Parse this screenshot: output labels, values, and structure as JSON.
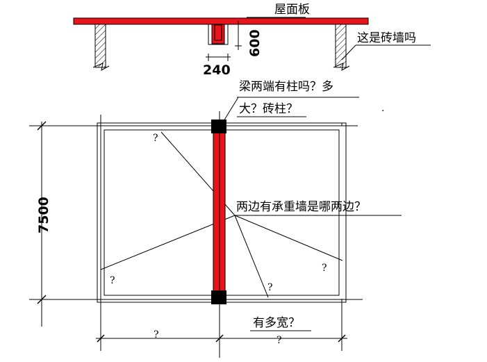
{
  "section_view": {
    "roof_slab_label": "屋面板",
    "wall_question": "这是砖墙吗",
    "beam_width": "240",
    "beam_depth": "600"
  },
  "plan_view": {
    "column_question_line1": "梁两端有柱吗？多",
    "column_question_line2": "大？砖柱？",
    "bearing_wall_question": "两边有承重墙是哪两边？",
    "span_dimension": "7500",
    "width_question": "有多宽？",
    "unknown_mark": "?"
  },
  "colors": {
    "beam_red": "#e8141b",
    "column_black": "#000000",
    "line": "#000000"
  }
}
